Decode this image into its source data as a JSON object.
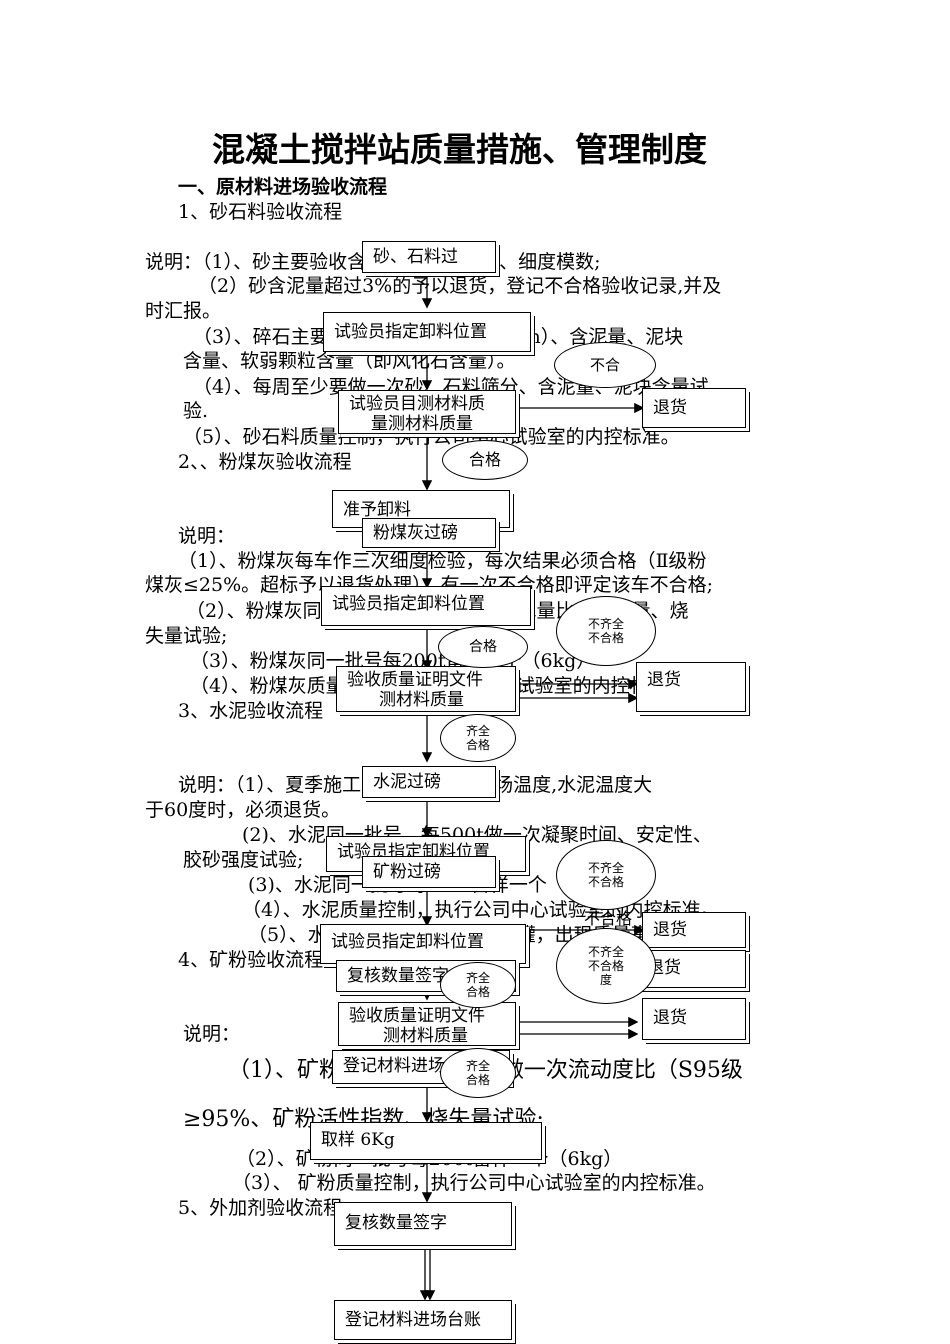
{
  "title": "混凝土搅拌站质量措施、管理制度",
  "section1": "一、原材料进场验收流程",
  "sub1": "1、砂石料验收流程",
  "sand_notes": {
    "n1": "说明：（1）、砂主要验收含泥量、泥块含量、细度模数;",
    "n2": "（2）砂含泥量超过3%的予以退货，登记不合格验收记录,并及",
    "n2b": "时汇报。",
    "n3": "（3）、碎石主要验收粒径（不超过25mm）、含泥量、泥块",
    "n3b": "含量、软弱颗粒含量（即风化石含量）。",
    "n4": "（4）、每周至少要做一次砂、石料筛分、含泥量、泥块含量试",
    "n4b": "验.",
    "n5": "（5）、砂石料质量控制，执行公司中心试验室的内控标准。"
  },
  "sub2": "2、、粉煤灰验收流程",
  "fly_notes": {
    "n0": "说明：",
    "n1": "（1）、粉煤灰每车作三次细度检验，每次结果必须合格（Ⅱ级粉",
    "n1b": "煤灰≤25%。超标予以退货处理），有一次不合格即评定该车不合格;",
    "n2": "（2）、粉煤灰同一批号每200t做一次需水量比、含水量、烧",
    "n2b": "失量试验;",
    "n3": "（3）、粉煤灰同一批号每200t留样一个（6kg）",
    "n4": "（4）、粉煤灰质量控制，执行公司中心试验室的内控标准。"
  },
  "sub3": "3、水泥验收流程",
  "cement_notes": {
    "n1": "说明：（1）、夏季施工时须控制水泥进场温度,水泥温度大",
    "n1b": "于60度时，必须退货。",
    "n2": "(2)、水泥同一批号，每500t做一次凝聚时间、安定性、",
    "n2b": "胶砂强度试验;",
    "n3": "(3)、水泥同一批号每500t留样一个（12kg）",
    "n4": "（4）、水泥质量控制，执行公司中心试验室的内控标准。",
    "n5": "（5）、水泥存放要分罐，严禁混罐，出现质量事故;"
  },
  "sub4": "4、矿粉验收流程",
  "slag_notes": {
    "n0": "说明：",
    "n1": "（1）、矿粉同一批号每200t做一次流动度比（S95级",
    "n1b": "≥95%、矿粉活性指数、烧失量试验;",
    "n2": "（2）、矿粉同一批号每200t留样一个（6kg）",
    "n3": "（3）、 矿粉质量控制，执行公司中心试验室的内控标准。"
  },
  "sub5": "5、外加剂验收流程",
  "flow": {
    "sand_weigh": "砂、石料过",
    "sand_assign": "试验员指定卸料位置",
    "sand_inspect": "试验员目测材料质",
    "sand_inspect_b": "量测材料质量",
    "sand_unload": "准予卸料",
    "fly_weigh": "粉煤灰过磅",
    "fly_assign": "试验员指定卸料位置",
    "fly_docs": "验收质量证明文件",
    "fly_docs_b": "测材料质量",
    "cement_weigh": "水泥过磅",
    "cement_assign": "试验员指定卸料位置",
    "slag_weigh": "矿粉过磅",
    "slag_assign": "试验员指定卸料位置",
    "recheck": "复核数量签字",
    "slag_docs": "验收质量证明文件",
    "slag_docs_b": "测材料质量",
    "ledger": "登记材料进场台账",
    "sample": "取样 6Kg",
    "recheck2": "复核数量签字",
    "ledger2": "登记材料进场台账",
    "return": "退货",
    "bubble_fail": "不合",
    "bubble_pass": "合格",
    "bubble_incomplete_a": "不齐全",
    "bubble_incomplete_b": "不合格",
    "bubble_complete_a": "齐全",
    "bubble_complete_b": "合格",
    "overlap_fail": "不合格",
    "overlap_du": "度"
  }
}
